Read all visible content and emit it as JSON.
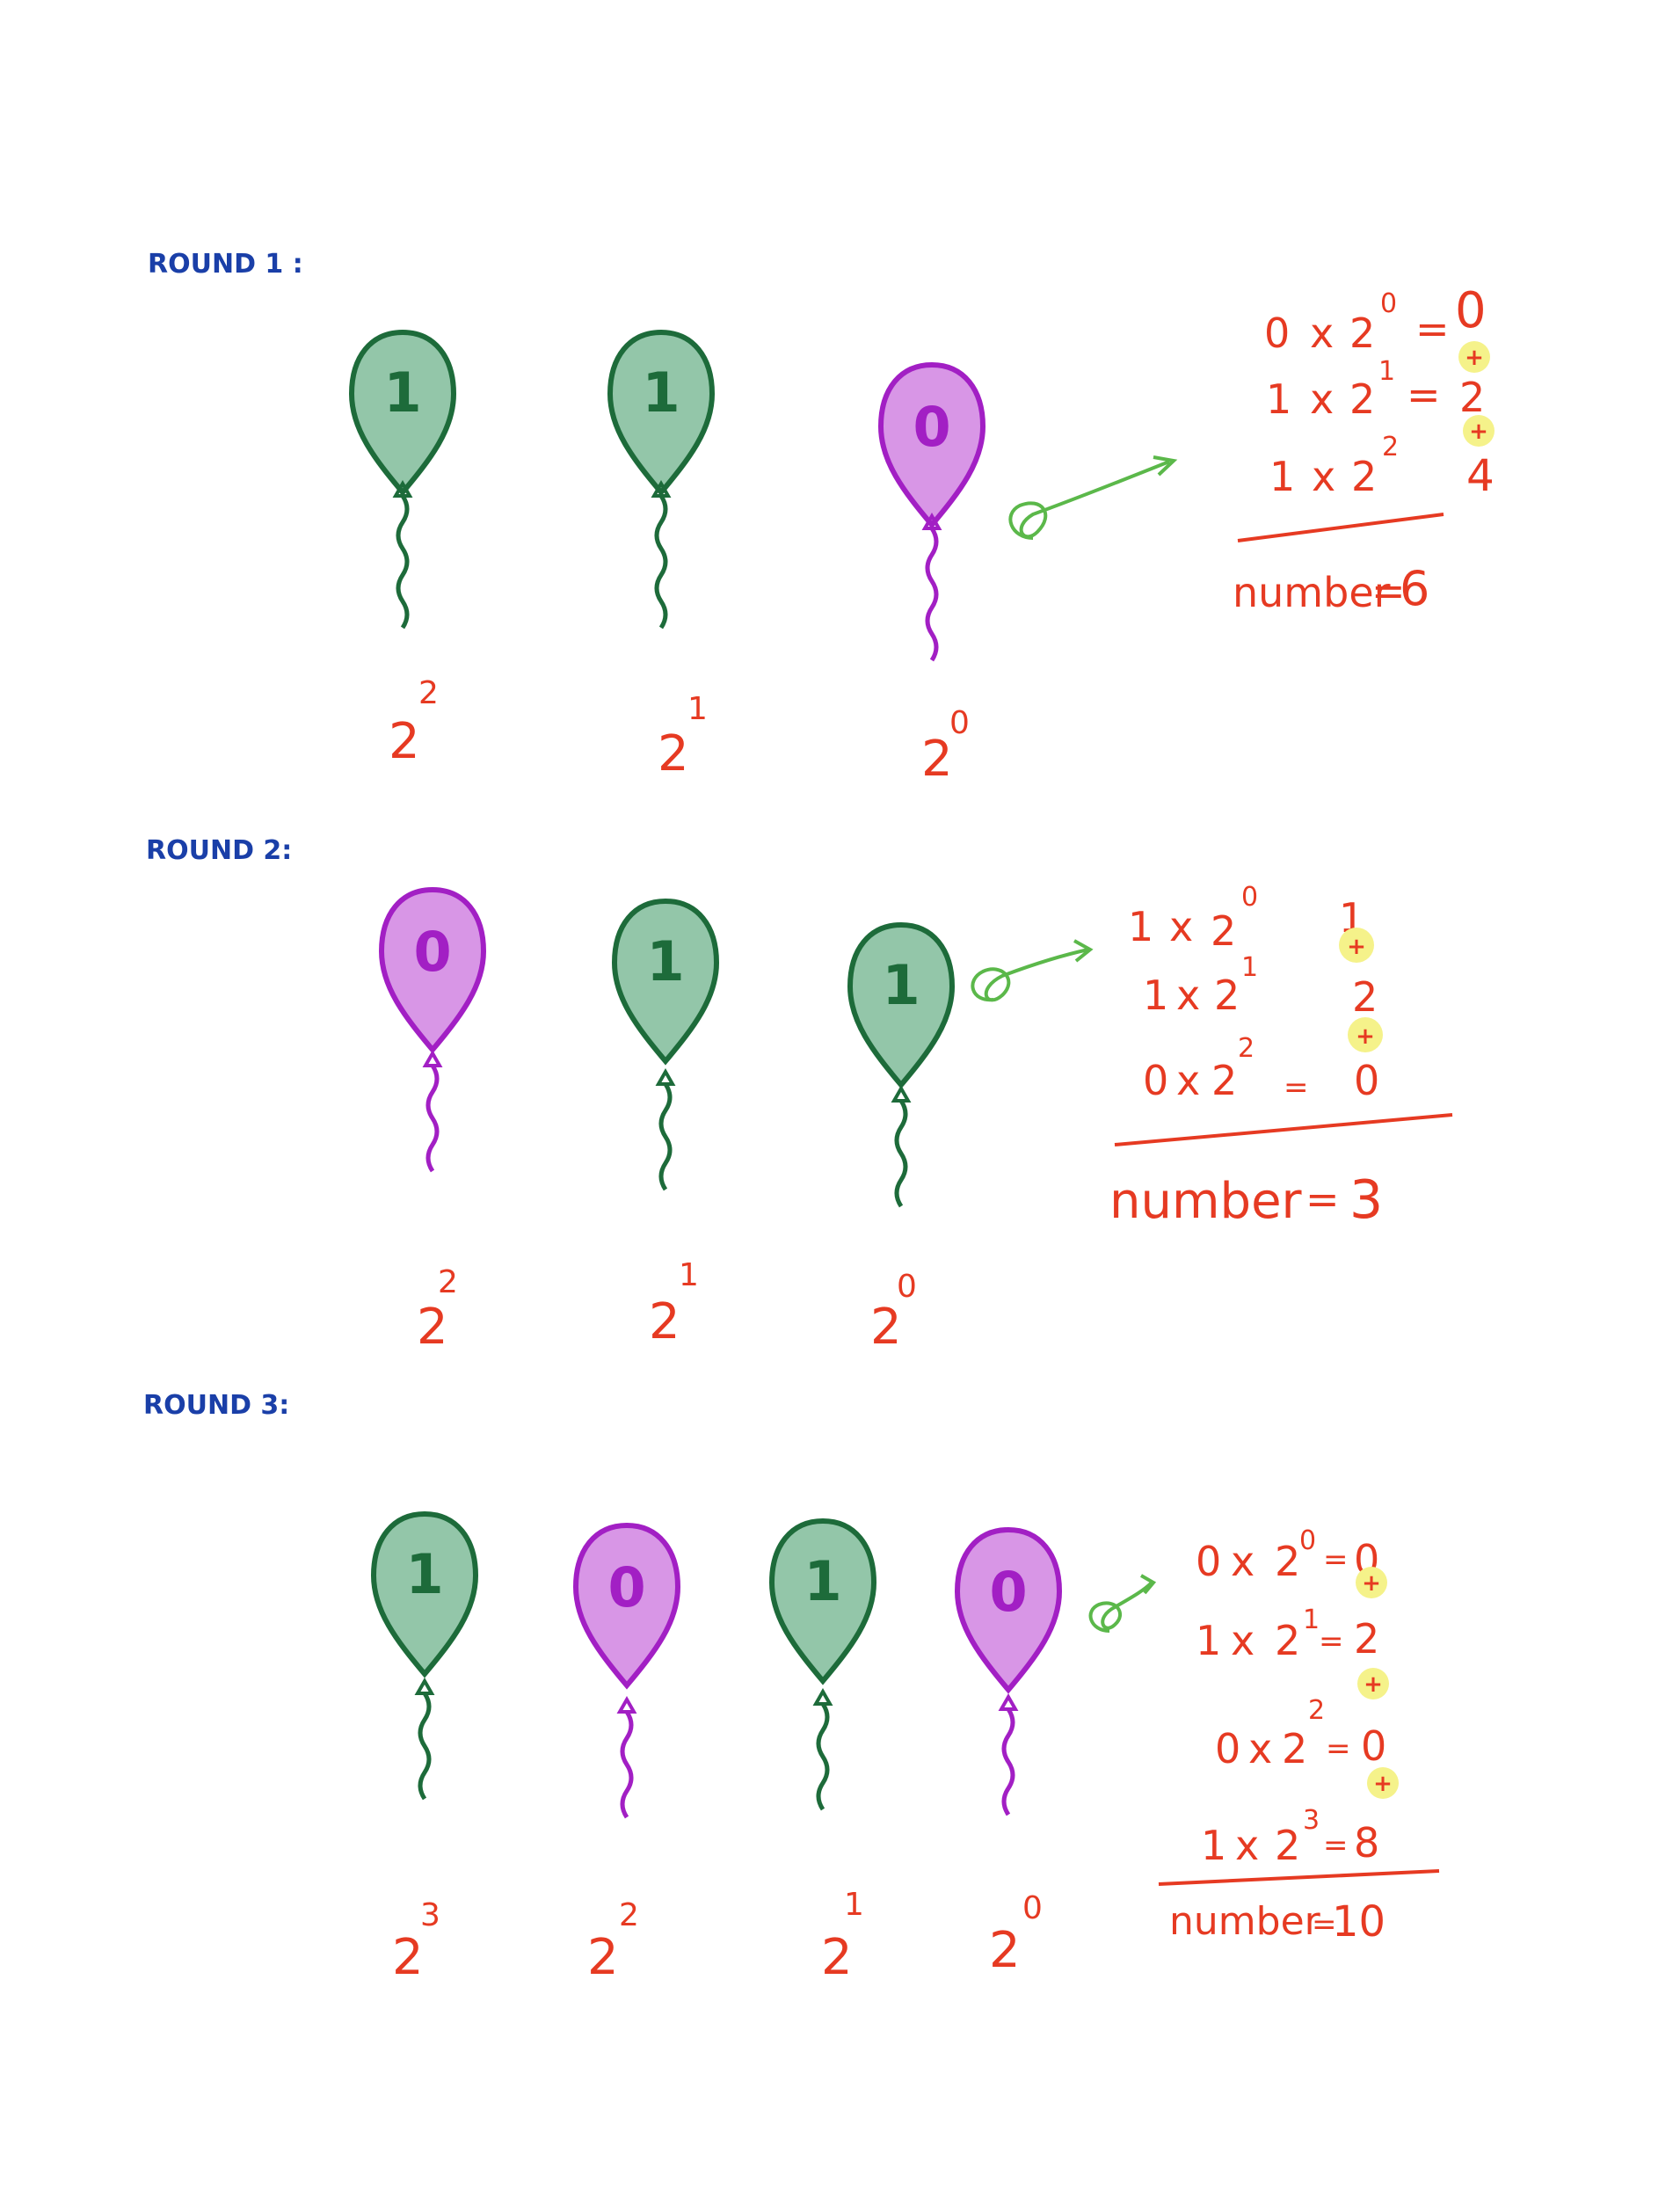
{
  "rounds": [
    {
      "label": "ROUND 1 :",
      "balloons": [
        {
          "digit": "1",
          "color": "green",
          "base": "2",
          "exp": "2"
        },
        {
          "digit": "1",
          "color": "green",
          "base": "2",
          "exp": "1"
        },
        {
          "digit": "0",
          "color": "purple",
          "base": "2",
          "exp": "0"
        }
      ],
      "lines": [
        {
          "a": "0",
          "x": "x",
          "b": "2",
          "exp": "0",
          "eq": "=",
          "val": "0"
        },
        {
          "a": "1",
          "x": "x",
          "b": "2",
          "exp": "1",
          "eq": "=",
          "val": "2"
        },
        {
          "a": "1",
          "x": "x",
          "b": "2",
          "exp": "2",
          "eq": "",
          "val": "4"
        }
      ],
      "plus": [
        "+",
        "+"
      ],
      "result": {
        "label": "number",
        "eq": "=",
        "value": "6"
      }
    },
    {
      "label": "ROUND 2:",
      "balloons": [
        {
          "digit": "0",
          "color": "purple",
          "base": "2",
          "exp": "2"
        },
        {
          "digit": "1",
          "color": "green",
          "base": "2",
          "exp": "1"
        },
        {
          "digit": "1",
          "color": "green",
          "base": "2",
          "exp": "0"
        }
      ],
      "lines": [
        {
          "a": "1",
          "x": "x",
          "b": "2",
          "exp": "0",
          "eq": "",
          "val": "1"
        },
        {
          "a": "1",
          "x": "x",
          "b": "2",
          "exp": "1",
          "eq": "",
          "val": "2"
        },
        {
          "a": "0",
          "x": "x",
          "b": "2",
          "exp": "2",
          "eq": "=",
          "val": "0"
        }
      ],
      "plus": [
        "+",
        "+"
      ],
      "result": {
        "label": "number",
        "eq": "=",
        "value": "3"
      }
    },
    {
      "label": "ROUND 3:",
      "balloons": [
        {
          "digit": "1",
          "color": "green",
          "base": "2",
          "exp": "3"
        },
        {
          "digit": "0",
          "color": "purple",
          "base": "2",
          "exp": "2"
        },
        {
          "digit": "1",
          "color": "green",
          "base": "2",
          "exp": "1"
        },
        {
          "digit": "0",
          "color": "purple",
          "base": "2",
          "exp": "0"
        }
      ],
      "lines": [
        {
          "a": "0",
          "x": "x",
          "b": "2",
          "exp": "0",
          "eq": "=",
          "val": "0"
        },
        {
          "a": "1",
          "x": "x",
          "b": "2",
          "exp": "1",
          "eq": "=",
          "val": "2"
        },
        {
          "a": "0",
          "x": "x",
          "b": "2",
          "exp": "2",
          "eq": "=",
          "val": "0"
        },
        {
          "a": "1",
          "x": "x",
          "b": "2",
          "exp": "3",
          "eq": "=",
          "val": "8"
        }
      ],
      "plus": [
        "+",
        "+",
        "+"
      ],
      "result": {
        "label": "number",
        "eq": "=",
        "value": "10"
      }
    }
  ],
  "colors": {
    "green_fill": "#93c6a9",
    "green_stroke": "#1d6b3a",
    "purple_fill": "#d896e6",
    "purple_stroke": "#a21fc4",
    "ink_red": "#e63a22",
    "ink_blue": "#1a3fa8",
    "arrow_green": "#5bb84a",
    "highlight": "#f5f28a"
  },
  "icons": [
    "balloon-icon",
    "curly-arrow-icon"
  ]
}
